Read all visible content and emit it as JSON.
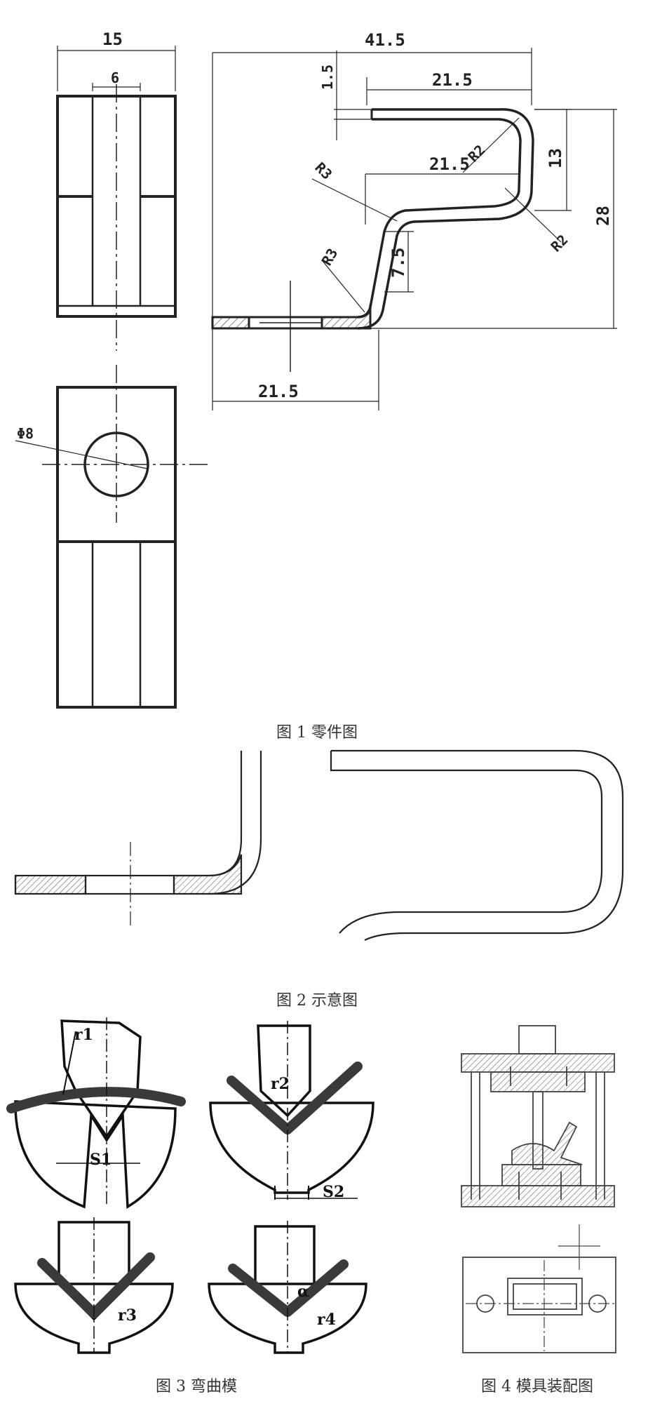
{
  "figure1": {
    "caption": "图 1 零件图",
    "dims": {
      "width_15": "15",
      "slot_6": "6",
      "length_41_5": "41.5",
      "thick_1_5": "1.5",
      "top_21_5": "21.5",
      "mid_21_5": "21.5",
      "bottom_21_5": "21.5",
      "h_13": "13",
      "h_28": "28",
      "h_7_5": "7.5",
      "r2_a": "R2",
      "r2_b": "R2",
      "r3_a": "R3",
      "r3_b": "R3",
      "hole": "Φ8"
    }
  },
  "figure2": {
    "caption": "图 2 示意图"
  },
  "figure3": {
    "caption": "图 3 弯曲模",
    "labels": {
      "r1": "r1",
      "r2": "r2",
      "r3": "r3",
      "r4": "r4",
      "s1": "S1",
      "s2": "S2",
      "alpha": "α"
    }
  },
  "figure4": {
    "caption": "图 4 模具装配图"
  },
  "colors": {
    "line": "#222222",
    "hatch": "#555555",
    "bar": "#3a3a3a"
  }
}
